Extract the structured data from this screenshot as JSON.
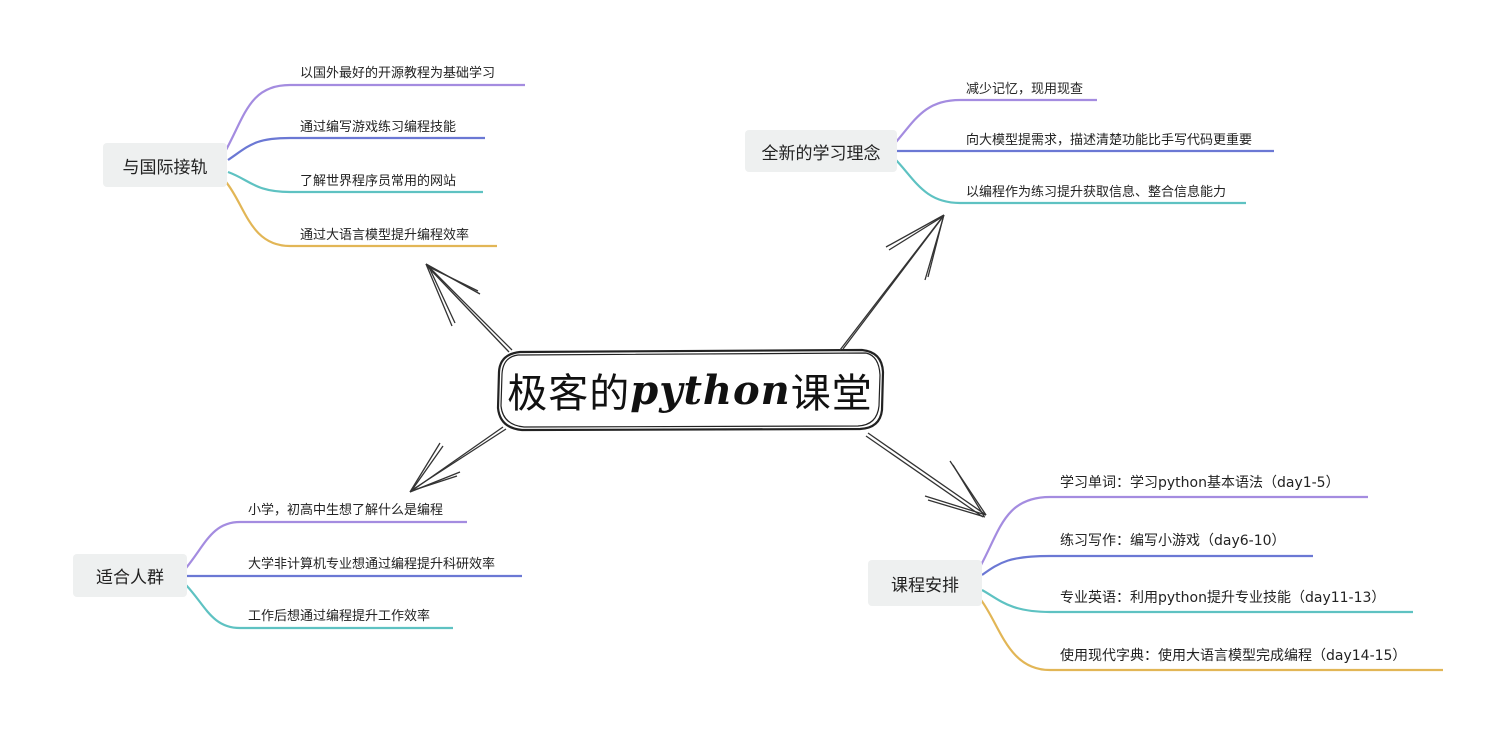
{
  "central": {
    "title_pre": "极客的",
    "title_py": "python",
    "title_post": "课堂"
  },
  "colors": {
    "purple": "#a48ce0",
    "blue": "#6b78d4",
    "teal": "#5ec2c2",
    "yellow": "#e2b656",
    "arrow": "#333333"
  },
  "branches": {
    "intl": {
      "title": "与国际接轨",
      "items": [
        "以国外最好的开源教程为基础学习",
        "通过编写游戏练习编程技能",
        "了解世界程序员常用的网站",
        "通过大语言模型提升编程效率"
      ]
    },
    "concept": {
      "title": "全新的学习理念",
      "items": [
        "减少记忆，现用现查",
        "向大模型提需求，描述清楚功能比手写代码更重要",
        "以编程作为练习提升获取信息、整合信息能力"
      ]
    },
    "audience": {
      "title": "适合人群",
      "items": [
        "小学，初高中生想了解什么是编程",
        "大学非计算机专业想通过编程提升科研效率",
        "工作后想通过编程提升工作效率"
      ]
    },
    "schedule": {
      "title": "课程安排",
      "items": [
        "学习单词：学习python基本语法（day1-5）",
        "练习写作：编写小游戏（day6-10）",
        "专业英语：利用python提升专业技能（day11-13）",
        "使用现代字典：使用大语言模型完成编程（day14-15）"
      ]
    }
  }
}
